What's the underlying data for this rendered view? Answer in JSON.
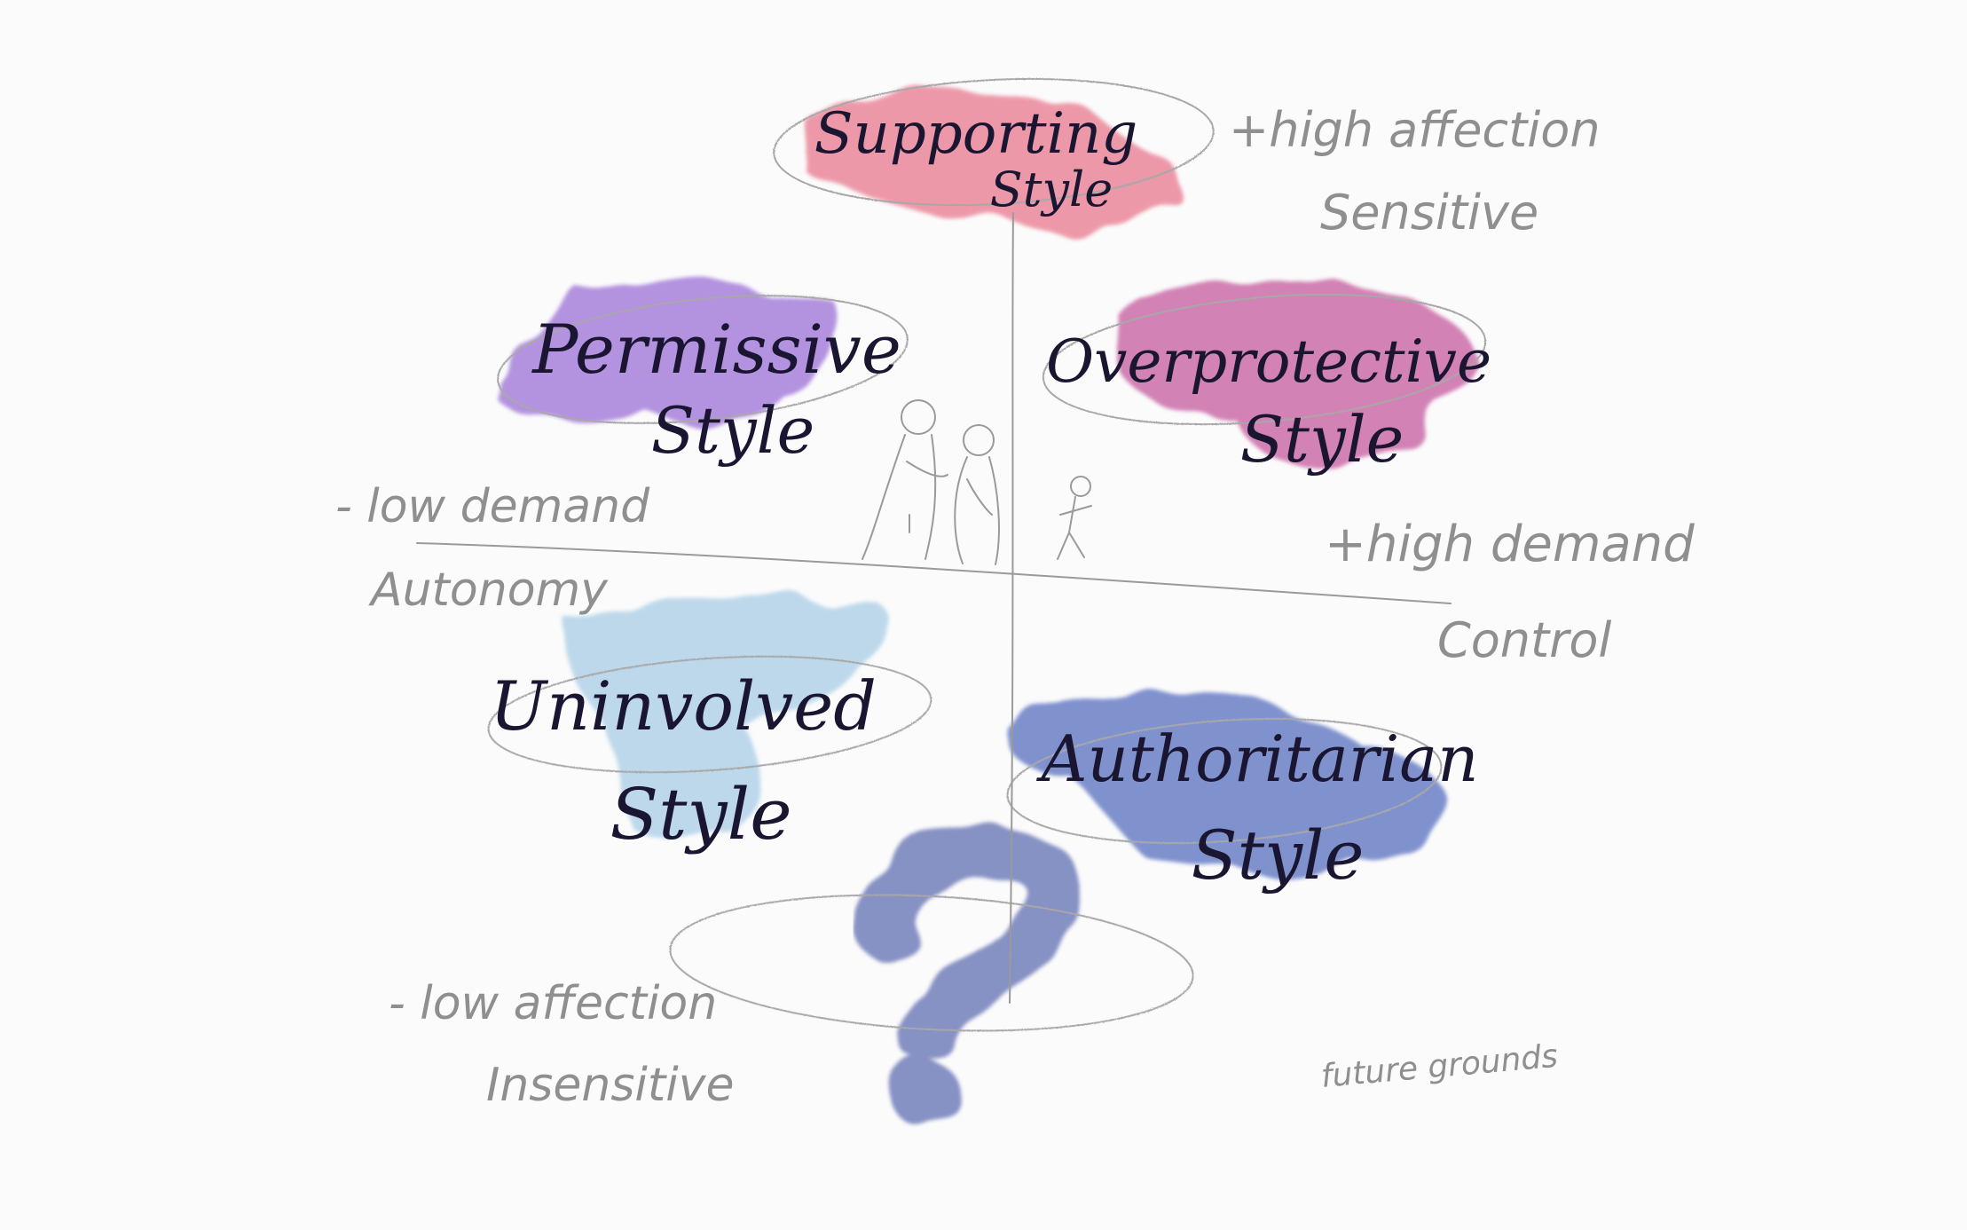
{
  "quadrants": {
    "top": {
      "label_line1": "Supporting",
      "label_line2": "Style",
      "color": "#e8788e"
    },
    "top_left": {
      "label_line1": "Permissive",
      "label_line2": "Style",
      "color": "#9b6fd6"
    },
    "top_right": {
      "label_line1": "Overprotective",
      "label_line2": "Style",
      "color": "#c55a9e"
    },
    "bottom_left": {
      "label_line1": "Uninvolved",
      "label_line2": "Style",
      "color": "#a9cde6"
    },
    "bottom_right": {
      "label_line1": "Authoritarian",
      "label_line2": "Style",
      "color": "#5d74c2"
    },
    "bottom": {
      "label": "?",
      "color": "#6d7ab8"
    }
  },
  "axis_notes": {
    "top_right_line1": "+high affection",
    "top_right_line2": "Sensitive",
    "left_line1": "- low demand",
    "left_line2": "Autonomy",
    "right_line1": "+high demand",
    "right_line2": "Control",
    "bottom_left_line1": "- low affection",
    "bottom_left_line2": "Insensitive"
  },
  "signature": "future grounds"
}
